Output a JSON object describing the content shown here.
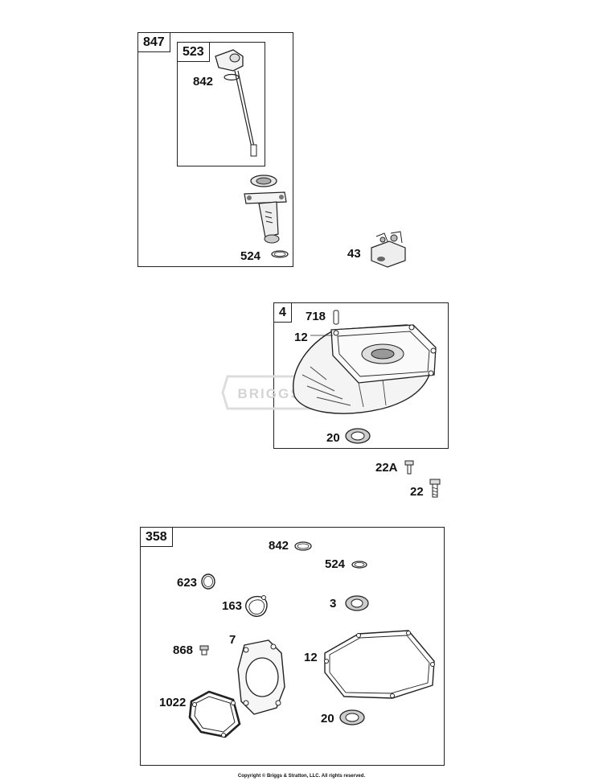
{
  "assemblies": {
    "a847": "847",
    "a523": "523",
    "a4": "4",
    "a358": "358"
  },
  "labels": {
    "p842_top": "842",
    "p524_top": "524",
    "p43": "43",
    "p718": "718",
    "p12_top": "12",
    "p20_top": "20",
    "p22A": "22A",
    "p22": "22",
    "p842_kit": "842",
    "p524_kit": "524",
    "p623": "623",
    "p163": "163",
    "p3": "3",
    "p7": "7",
    "p868": "868",
    "p12_kit": "12",
    "p1022": "1022",
    "p20_kit": "20"
  },
  "watermark": "BRIGGS",
  "footer": "Copyright © Briggs & Stratton, LLC. All rights reserved.",
  "colors": {
    "line": "#222222",
    "watermark": "#dddddd"
  }
}
